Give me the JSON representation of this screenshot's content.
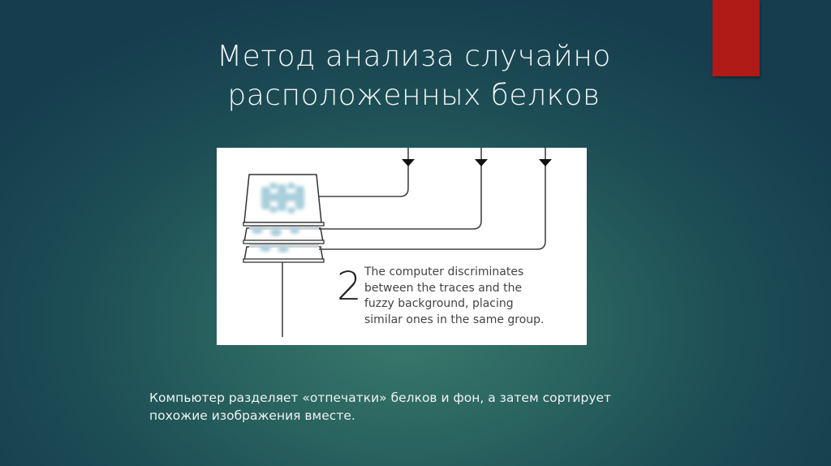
{
  "slide": {
    "title_lines": [
      "Метод анализа случайно",
      "расположенных белков"
    ],
    "accent_color": "#b01a17",
    "background_color": "#1d4e55"
  },
  "figure": {
    "step_number": "2",
    "step_text_lines": [
      "The computer discriminates",
      "between the traces and the",
      "fuzzy background, placing",
      "similar ones in the same group."
    ],
    "icons": [
      "image-stack-icon",
      "arrow-down-icon",
      "arrow-down-icon",
      "arrow-down-icon"
    ]
  },
  "caption": {
    "lines": [
      "Компьютер разделяет «отпечатки» белков и фон, а затем сортирует",
      "похожие изображения вместе."
    ]
  }
}
